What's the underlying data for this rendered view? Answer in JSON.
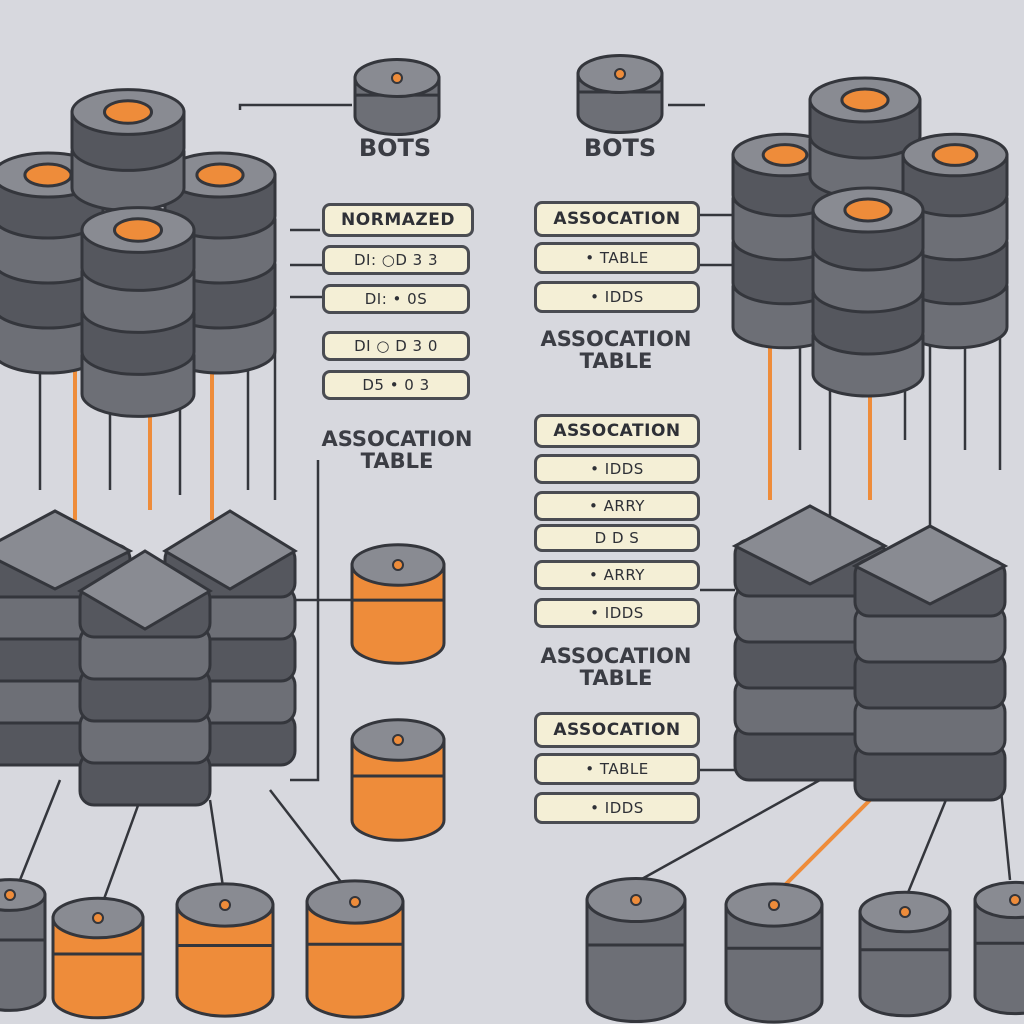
{
  "colors": {
    "background": "#d7d8de",
    "disk_dark": "#55575e",
    "disk_mid": "#6d6f76",
    "disk_top": "#898b92",
    "outline": "#34363c",
    "accent": "#ee8c3a",
    "accent_light": "#f5a65c",
    "label_fill": "#f4efd6"
  },
  "left": {
    "bots_label": "BOTS",
    "boxes": [
      {
        "text": "NORMAZED",
        "style": "bold"
      },
      {
        "text": "DI: ○D  3 3",
        "style": "small"
      },
      {
        "text": "DI: • 0S",
        "style": "small"
      },
      {
        "text": "DI  ○ D  3 0",
        "style": "small"
      },
      {
        "text": "D5  • 0 3",
        "style": "small"
      }
    ],
    "association_heading": "ASSOCATION\nTABLE"
  },
  "right": {
    "bots_label": "BOTS",
    "group1": [
      {
        "text": "ASSOCATION",
        "style": "bold"
      },
      {
        "text": "• TABLE",
        "style": "small"
      },
      {
        "text": "• IDDS",
        "style": "small"
      }
    ],
    "heading1": "ASSOCATION\nTABLE",
    "group2": [
      {
        "text": "ASSOCATION",
        "style": "bold"
      },
      {
        "text": "• IDDS",
        "style": "small"
      },
      {
        "text": "• ARRY",
        "style": "small"
      },
      {
        "text": "D D S",
        "style": "small"
      },
      {
        "text": "• ARRY",
        "style": "small"
      },
      {
        "text": "• IDDS",
        "style": "small"
      }
    ],
    "heading2": "ASSOCATION\nTABLE",
    "group3": [
      {
        "text": "ASSOCATION",
        "style": "bold"
      },
      {
        "text": "• TABLE",
        "style": "small"
      },
      {
        "text": "• IDDS",
        "style": "small"
      }
    ]
  }
}
